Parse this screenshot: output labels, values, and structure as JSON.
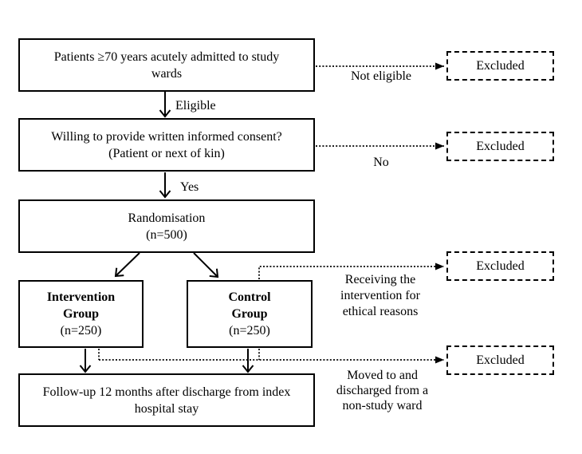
{
  "colors": {
    "ink": "#000000",
    "background": "#ffffff"
  },
  "nodes": {
    "screening": {
      "lines": [
        "Patients ≥70 years acutely admitted to study",
        "wards"
      ]
    },
    "consent": {
      "lines": [
        "Willing to provide written informed consent?",
        "(Patient or next of kin)"
      ]
    },
    "randomisation": {
      "lines": [
        "Randomisation",
        "(n=500)"
      ]
    },
    "intervention": {
      "bold_lines": [
        "Intervention",
        "Group"
      ],
      "sub": "(n=250)"
    },
    "control": {
      "bold_lines": [
        "Control",
        "Group"
      ],
      "sub": "(n=250)"
    },
    "followup": {
      "lines": [
        "Follow-up 12 months after discharge from index",
        "hospital stay"
      ]
    },
    "excluded": [
      {
        "label": "Excluded"
      },
      {
        "label": "Excluded"
      },
      {
        "label": "Excluded"
      },
      {
        "label": "Excluded"
      }
    ]
  },
  "edge_labels": {
    "eligible": "Eligible",
    "yes": "Yes",
    "not_eligible": "Not eligible",
    "no": "No",
    "receiving": {
      "lines": [
        "Receiving the",
        "intervention for",
        "ethical reasons"
      ]
    },
    "moved": {
      "lines": [
        "Moved to and",
        "discharged from a",
        "non-study ward"
      ]
    }
  }
}
